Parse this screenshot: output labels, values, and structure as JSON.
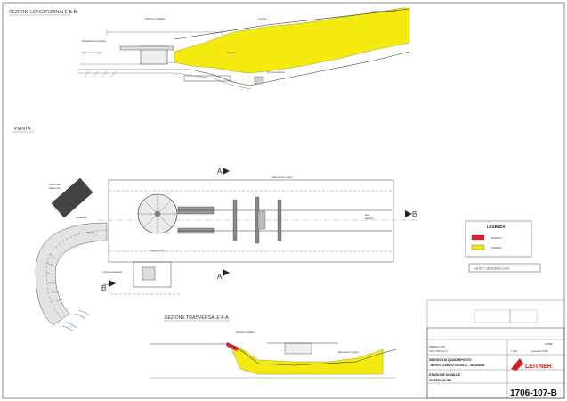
{
  "sections": {
    "longitudinal_title": "SEZIONE LONGITUDINALE B-B",
    "plan_title": "PIANTA",
    "transversal_title": "SEZIONE TRASVERSALE A-A"
  },
  "labels": {
    "section_mark_a": "A",
    "section_mark_b": "B"
  },
  "legend": {
    "title": "LEGENDA",
    "items": [
      {
        "label": "SPORTO",
        "color": "#e8202a"
      },
      {
        "label": "STERRO",
        "color": "#f5ea10"
      }
    ]
  },
  "elevation_note": "±0.00 = 1815.80 m s.l.m.",
  "titleblock": {
    "client_line1": "MEDENA (TN)",
    "client_line2": "SIF LUSIA S.p.A.",
    "project_line1": "SEGGIOVIA QUADRIPOSTO",
    "project_line2": "\"NUOVO CAMPO SCUOLA - VALBONA\"",
    "subject_line1": "STAZIONE DI VALLE",
    "subject_line2": "SISTEMAZIONE",
    "scale": "1:100",
    "date": "novembre 2018",
    "code_small": "WGMP",
    "drawing_number": "1706-107-B",
    "company": "LEITNER"
  },
  "colors": {
    "fill_yellow": "#f5ea10",
    "fill_red": "#e8202a",
    "company_red": "#d42020",
    "slope_blue": "#2a7ec8"
  }
}
